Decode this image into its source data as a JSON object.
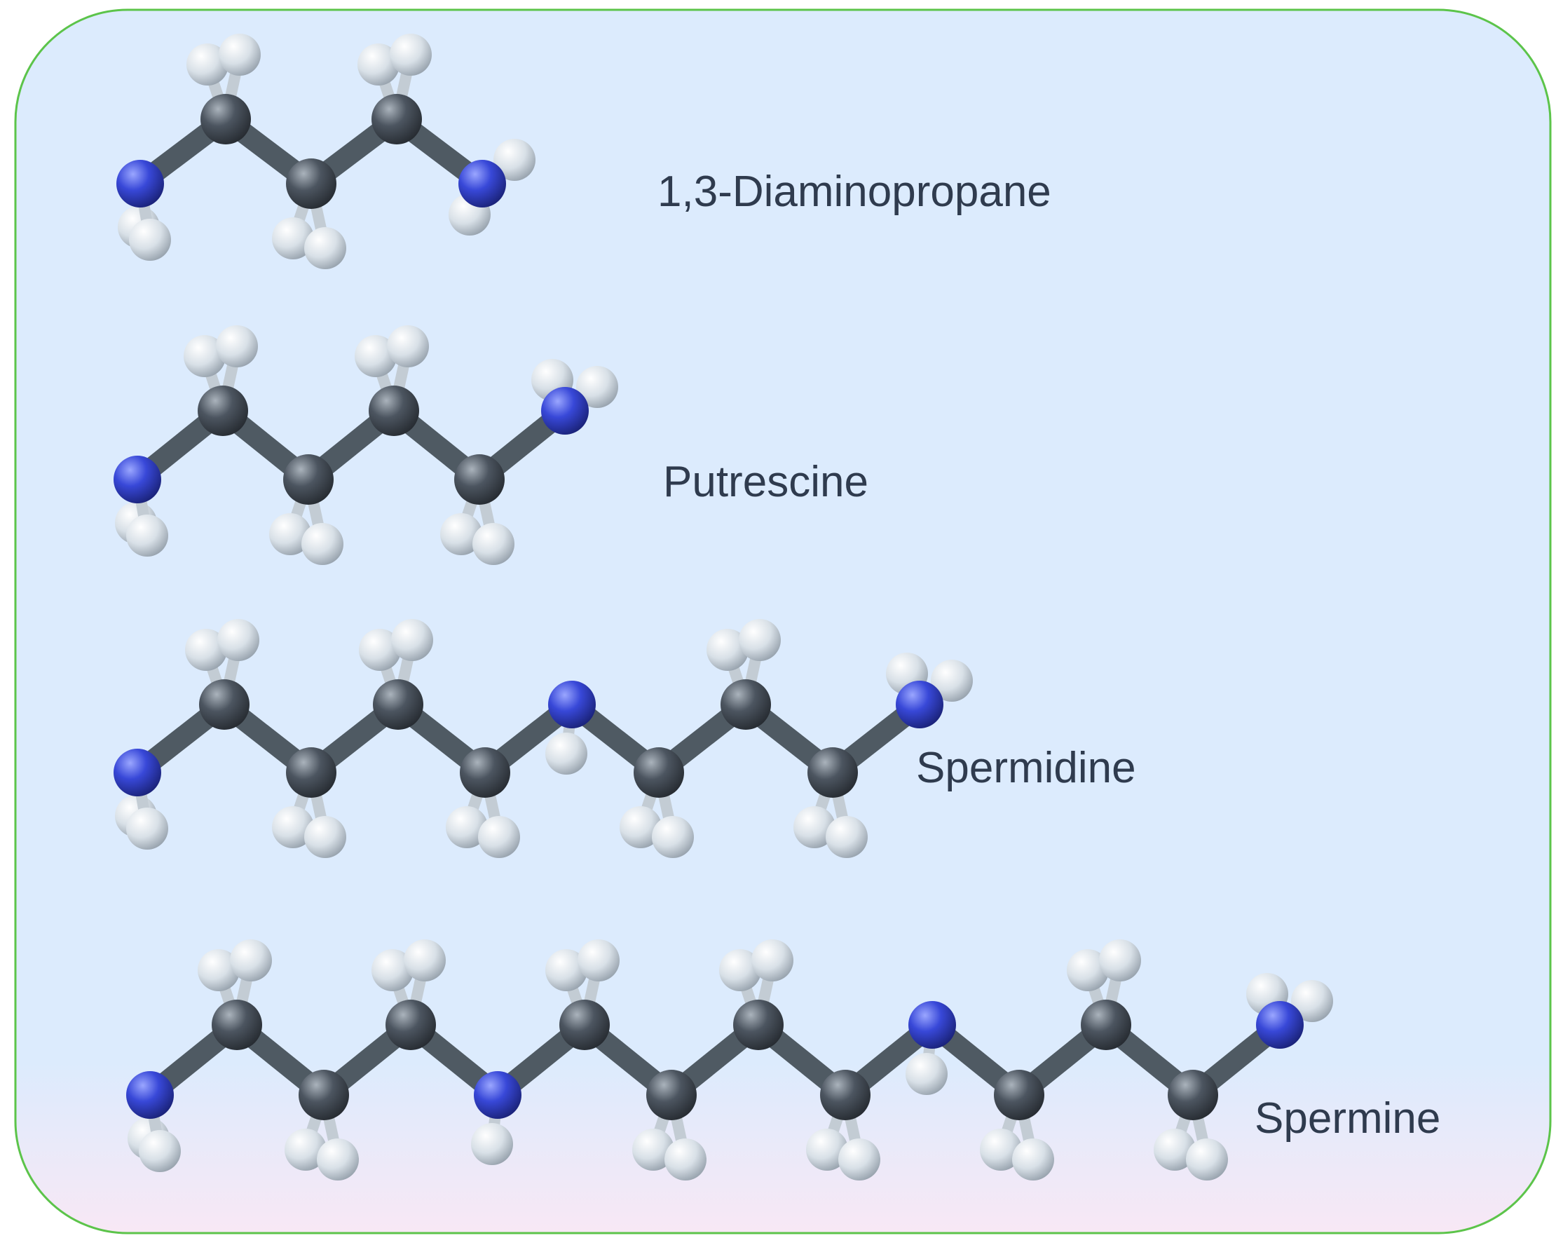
{
  "panel": {
    "border_color": "#5cc44a",
    "background_top": "#dcebfd",
    "background_bottom": "#f8e8f5"
  },
  "atom_colors": {
    "carbon": "#434c56",
    "nitrogen": "#3848d8",
    "hydrogen": "#d8e0e7",
    "bond": "#4f5a63"
  },
  "molecules": [
    {
      "name": "1,3-Diaminopropane",
      "backbone": [
        "N",
        "C",
        "C",
        "C",
        "N"
      ]
    },
    {
      "name": "Putrescine",
      "backbone": [
        "N",
        "C",
        "C",
        "C",
        "C",
        "N"
      ]
    },
    {
      "name": "Spermidine",
      "backbone": [
        "N",
        "C",
        "C",
        "C",
        "C",
        "N",
        "C",
        "C",
        "C",
        "N"
      ]
    },
    {
      "name": "Spermine",
      "backbone": [
        "N",
        "C",
        "C",
        "C",
        "N",
        "C",
        "C",
        "C",
        "C",
        "N",
        "C",
        "C",
        "C",
        "N"
      ]
    }
  ]
}
